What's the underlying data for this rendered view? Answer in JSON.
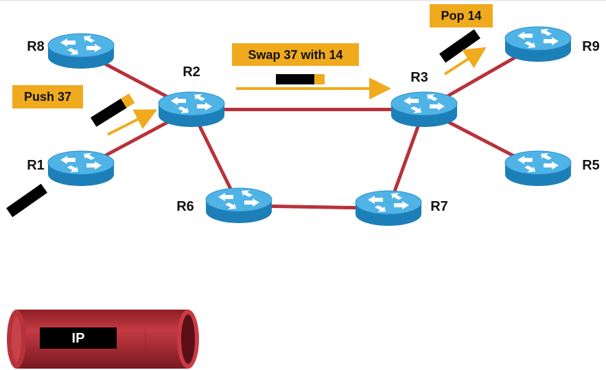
{
  "routers": [
    {
      "id": "R8",
      "label": "R8"
    },
    {
      "id": "R2",
      "label": "R2"
    },
    {
      "id": "R3",
      "label": "R3"
    },
    {
      "id": "R9",
      "label": "R9"
    },
    {
      "id": "R1",
      "label": "R1"
    },
    {
      "id": "R5",
      "label": "R5"
    },
    {
      "id": "R6",
      "label": "R6"
    },
    {
      "id": "R7",
      "label": "R7"
    }
  ],
  "links": [
    [
      "R8",
      "R2"
    ],
    [
      "R1",
      "R2"
    ],
    [
      "R2",
      "R3"
    ],
    [
      "R2",
      "R6"
    ],
    [
      "R6",
      "R7"
    ],
    [
      "R7",
      "R3"
    ],
    [
      "R3",
      "R9"
    ],
    [
      "R3",
      "R5"
    ]
  ],
  "operations": {
    "push": "Push 37",
    "swap": "Swap 37 with 14",
    "pop": "Pop 14"
  },
  "tunnel": {
    "label": "IP"
  },
  "colors": {
    "link": "#b8323a",
    "router_top": "#4fb3e6",
    "router_side": "#1d7fb8",
    "label_box": "#f0aa1e",
    "arrow": "#f0aa1e",
    "packet": "#000000",
    "tunnel_body": "#b8323a"
  }
}
